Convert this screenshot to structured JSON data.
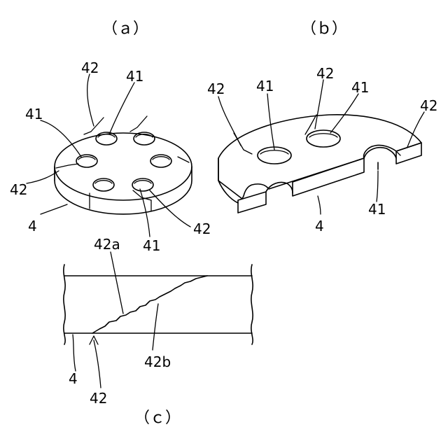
{
  "panels": {
    "a": {
      "label": "（ａ）"
    },
    "b": {
      "label": "（ｂ）"
    },
    "c": {
      "label": "（ｃ）"
    }
  },
  "labels_a": {
    "n42_top": "42",
    "n41_top": "41",
    "n41_left": "41",
    "n42_left": "42",
    "n4": "4",
    "n41_bottom": "41",
    "n42_bottom": "42"
  },
  "labels_b": {
    "n42_left": "42",
    "n41_left": "41",
    "n42_mid": "42",
    "n41_mid": "41",
    "n42_right": "42",
    "n41_right": "41",
    "n4": "4"
  },
  "labels_c": {
    "n42a": "42a",
    "n42b": "42b",
    "n4": "4",
    "n42": "42"
  }
}
